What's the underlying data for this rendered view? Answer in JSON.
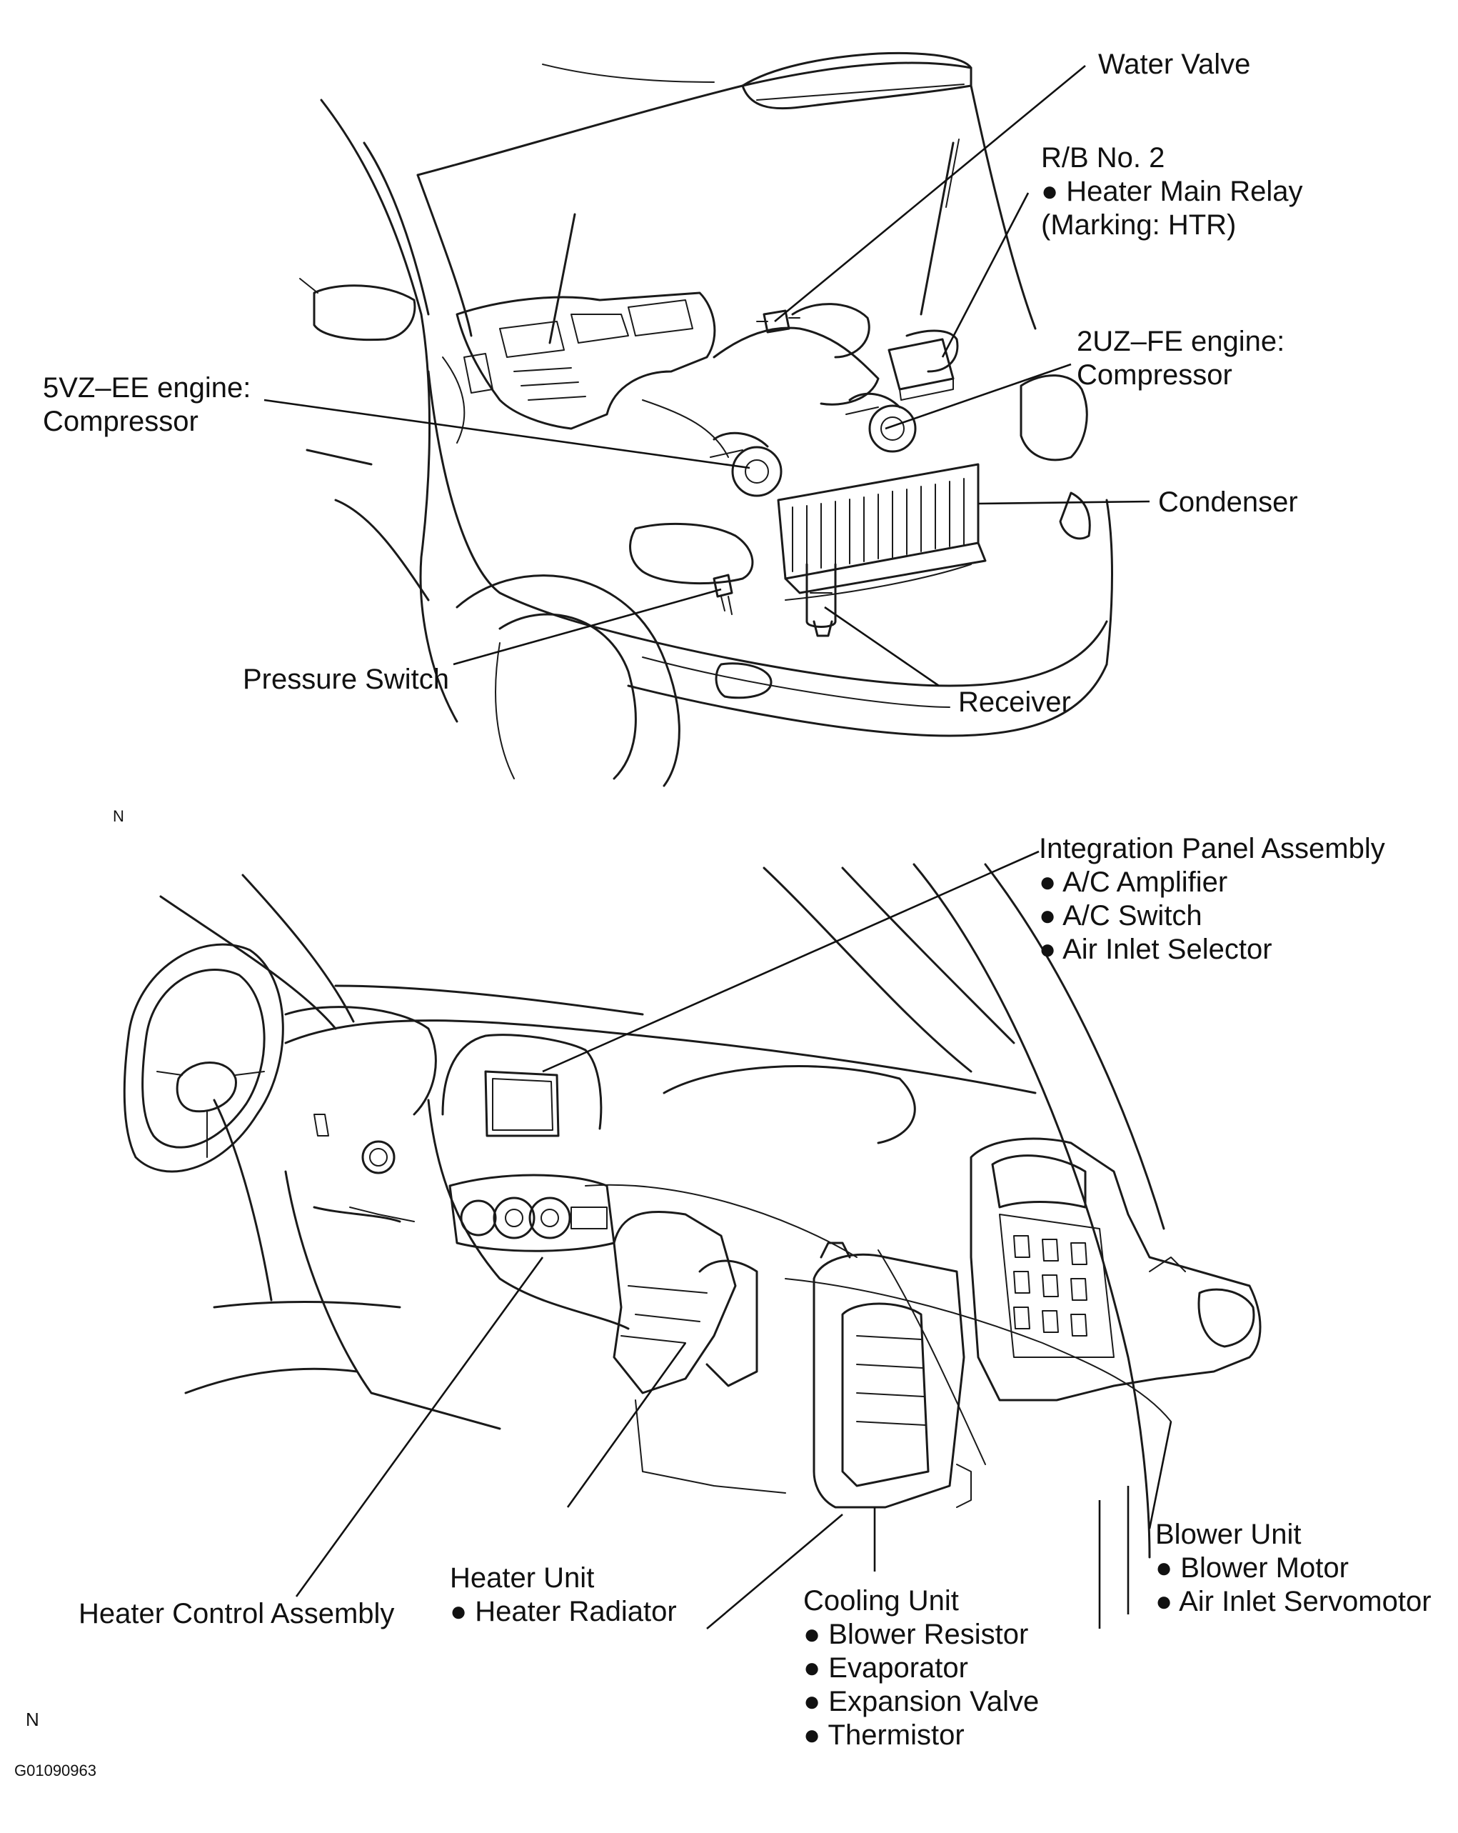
{
  "figure_code": "G01090963",
  "north_marks": [
    "N",
    "N"
  ],
  "engine_bay_labels": {
    "water_valve": [
      "Water Valve"
    ],
    "rb_no2": [
      "R/B No. 2",
      "● Heater Main Relay",
      "(Marking: HTR)"
    ],
    "compressor_2uz": [
      "2UZ–FE engine:",
      "Compressor"
    ],
    "compressor_5vz": [
      "5VZ–EE engine:",
      "Compressor"
    ],
    "condenser": [
      "Condenser"
    ],
    "pressure_switch": [
      "Pressure Switch"
    ],
    "receiver": [
      "Receiver"
    ]
  },
  "dashboard_labels": {
    "integration_panel": [
      "Integration Panel Assembly",
      "● A/C Amplifier",
      "● A/C Switch",
      "● Air Inlet Selector"
    ],
    "heater_control": [
      "Heater Control Assembly"
    ],
    "heater_unit": [
      "Heater Unit",
      "● Heater Radiator"
    ],
    "cooling_unit": [
      "Cooling Unit",
      "● Blower Resistor",
      "● Evaporator",
      "● Expansion Valve",
      "● Thermistor"
    ],
    "blower_unit": [
      "Blower Unit",
      "● Blower Motor",
      "● Air Inlet Servomotor"
    ]
  }
}
